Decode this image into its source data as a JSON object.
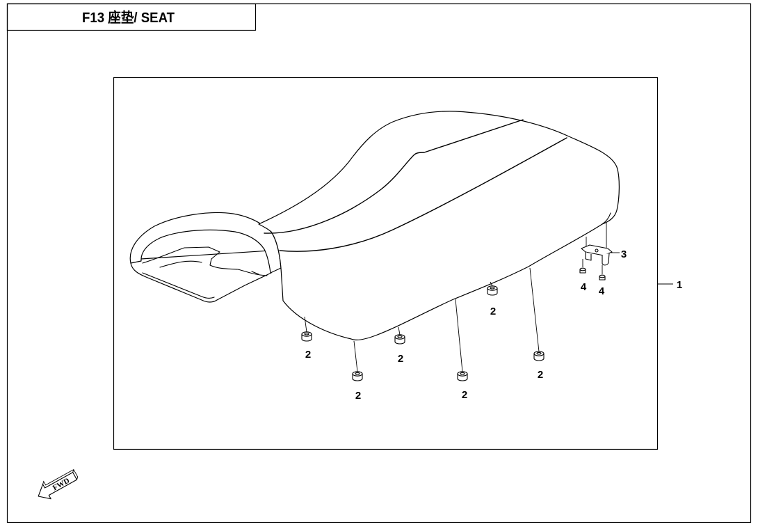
{
  "title": "F13 座垫/ SEAT",
  "callouts": [
    "1",
    "2",
    "2",
    "2",
    "2",
    "2",
    "2",
    "3",
    "4",
    "4"
  ],
  "fwd_label": "FWD",
  "colors": {
    "ink": "#000000",
    "paper": "#ffffff"
  }
}
